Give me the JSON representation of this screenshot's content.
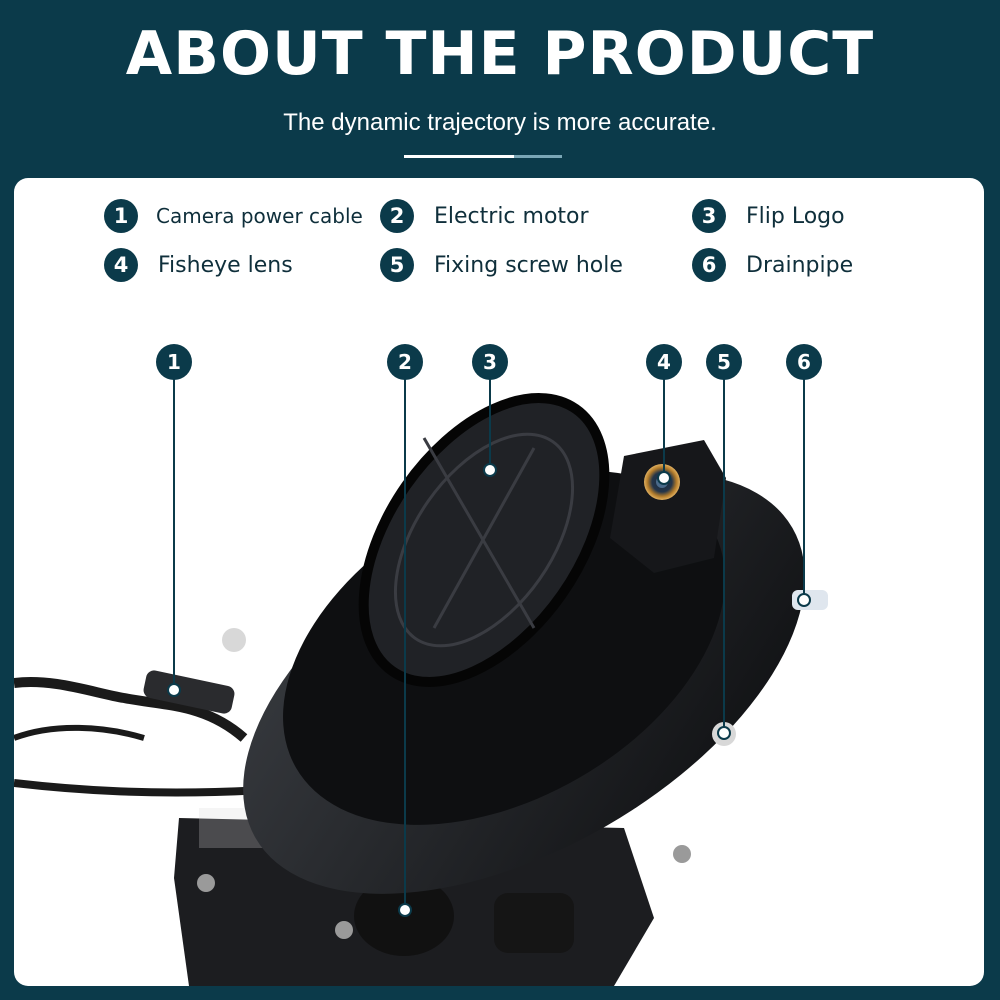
{
  "header": {
    "title": "ABOUT THE PRODUCT",
    "subtitle": "The dynamic trajectory is more accurate."
  },
  "legend": [
    {
      "num": "1",
      "label": "Camera power cable"
    },
    {
      "num": "2",
      "label": "Electric motor"
    },
    {
      "num": "3",
      "label": "Flip Logo"
    },
    {
      "num": "4",
      "label": "Fisheye lens"
    },
    {
      "num": "5",
      "label": "Fixing screw hole"
    },
    {
      "num": "6",
      "label": "Drainpipe"
    }
  ],
  "callouts": [
    "1",
    "2",
    "3",
    "4",
    "5",
    "6"
  ],
  "colors": {
    "background": "#0b3a4a",
    "panel": "#ffffff",
    "accent": "#7aa6b6"
  }
}
